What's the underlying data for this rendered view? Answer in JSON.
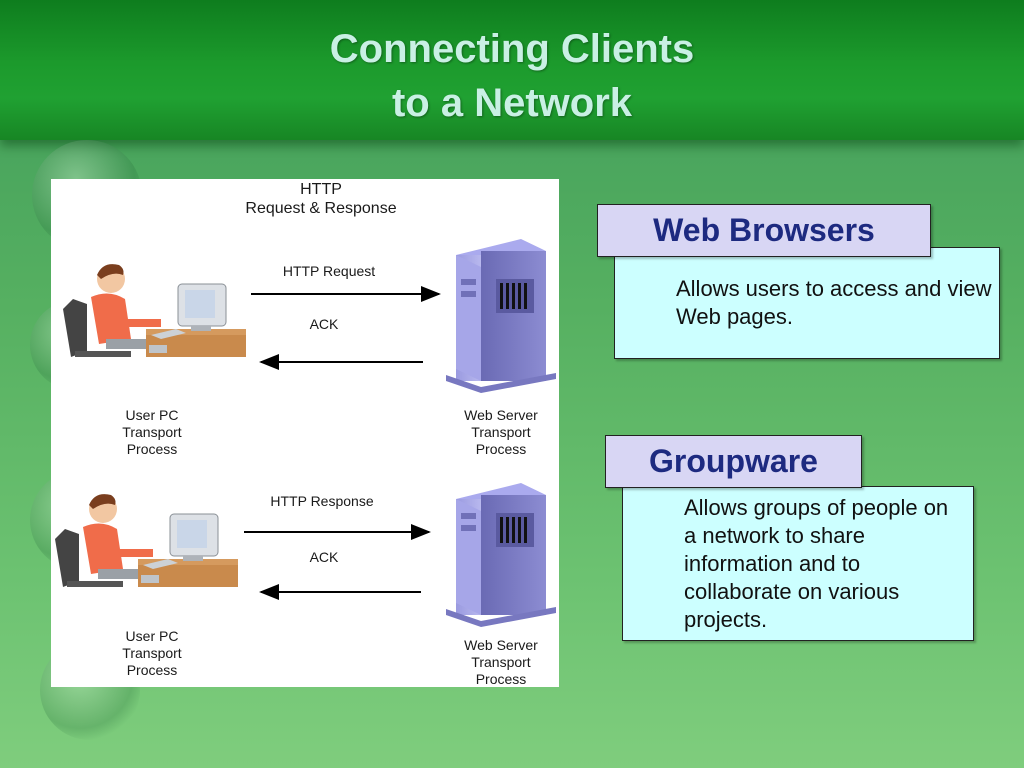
{
  "slide": {
    "title_line1": "Connecting Clients",
    "title_line2": "to a Network"
  },
  "diagram": {
    "heading_line1": "HTTP",
    "heading_line2": "Request & Response",
    "top_section": {
      "arrow_label": "HTTP Request",
      "ack_label": "ACK",
      "client_label": [
        "User PC",
        "Transport",
        "Process"
      ],
      "server_label": [
        "Web Server",
        "Transport",
        "Process"
      ]
    },
    "bottom_section": {
      "arrow_label": "HTTP Response",
      "ack_label": "ACK",
      "client_label": [
        "User PC",
        "Transport",
        "Process"
      ],
      "server_label": [
        "Web Server",
        "Transport",
        "Process"
      ]
    }
  },
  "callouts": [
    {
      "title": "Web Browsers",
      "description": "Allows users to access and view Web pages."
    },
    {
      "title": "Groupware",
      "description": "Allows groups of people on a network to share information and to collaborate on various projects."
    }
  ],
  "colors": {
    "background": "#56b061",
    "header": "#1c9a2c",
    "title_text": "#c9f0e4",
    "label_box": "#d8d6f4",
    "label_text": "#1d2a80",
    "desc_box": "#ccffff",
    "server": "#7c7cc4",
    "person_shirt": "#f06c4a"
  }
}
